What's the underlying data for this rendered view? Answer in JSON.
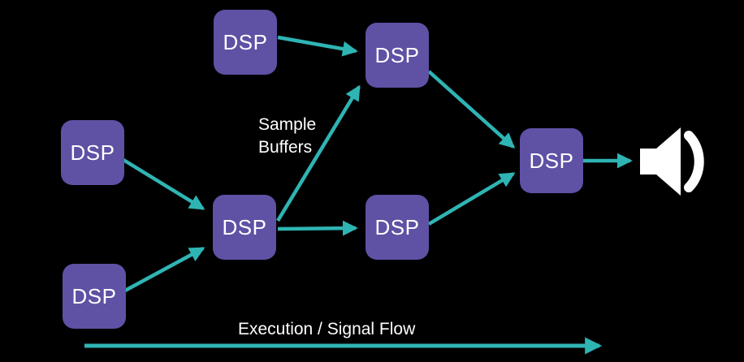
{
  "diagram": {
    "nodes": [
      {
        "id": "dsp-top-feeder",
        "label": "DSP"
      },
      {
        "id": "dsp-left-upper",
        "label": "DSP"
      },
      {
        "id": "dsp-left-lower",
        "label": "DSP"
      },
      {
        "id": "dsp-center-merge",
        "label": "DSP"
      },
      {
        "id": "dsp-top-right",
        "label": "DSP"
      },
      {
        "id": "dsp-mid-right",
        "label": "DSP"
      },
      {
        "id": "dsp-output",
        "label": "DSP"
      }
    ],
    "edges": [
      {
        "from": "dsp-top-feeder",
        "to": "dsp-top-right"
      },
      {
        "from": "dsp-left-upper",
        "to": "dsp-center-merge"
      },
      {
        "from": "dsp-left-lower",
        "to": "dsp-center-merge"
      },
      {
        "from": "dsp-center-merge",
        "to": "dsp-top-right"
      },
      {
        "from": "dsp-center-merge",
        "to": "dsp-mid-right"
      },
      {
        "from": "dsp-top-right",
        "to": "dsp-output"
      },
      {
        "from": "dsp-mid-right",
        "to": "dsp-output"
      },
      {
        "from": "dsp-output",
        "to": "speaker"
      }
    ],
    "annotations": {
      "sample_buffers_line1": "Sample",
      "sample_buffers_line2": "Buffers",
      "execution_flow": "Execution / Signal Flow"
    },
    "icons": {
      "speaker": "speaker-audio-output-icon"
    },
    "colors": {
      "background": "#000000",
      "node_fill": "#5f51a4",
      "node_text": "#ffffff",
      "arrow": "#2fb4b4",
      "label_text": "#ffffff",
      "icon": "#ffffff"
    }
  }
}
